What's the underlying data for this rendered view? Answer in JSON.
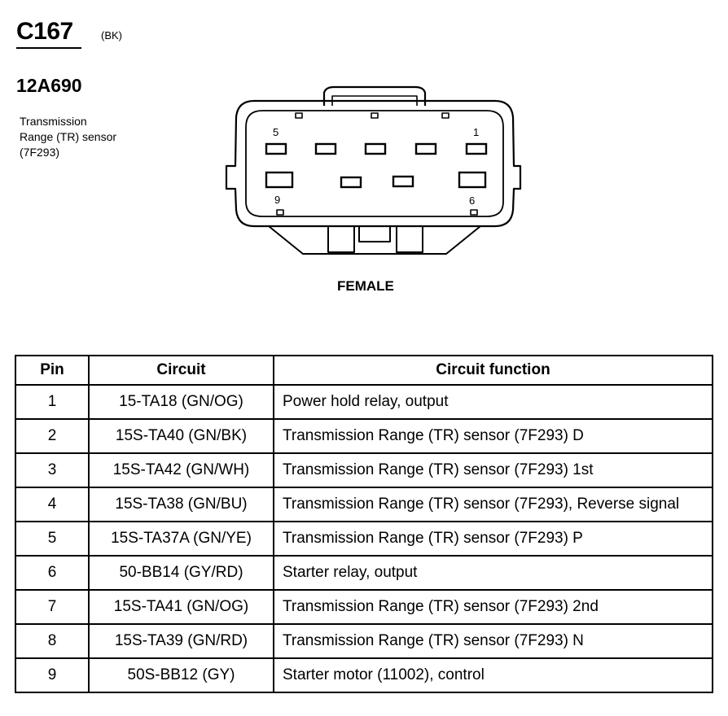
{
  "header": {
    "connector_id": "C167",
    "connector_color": "(BK)",
    "part_number": "12A690",
    "component_lines": [
      "Transmission",
      "Range (TR) sensor",
      "(7F293)"
    ]
  },
  "diagram": {
    "pin_labels": {
      "p5": "5",
      "p1": "1",
      "p9": "9",
      "p6": "6"
    },
    "gender": "FEMALE"
  },
  "table": {
    "headers": {
      "pin": "Pin",
      "circuit": "Circuit",
      "function": "Circuit function"
    },
    "rows": [
      {
        "pin": "1",
        "circuit": "15-TA18 (GN/OG)",
        "function": "Power hold relay, output"
      },
      {
        "pin": "2",
        "circuit": "15S-TA40 (GN/BK)",
        "function": "Transmission Range (TR) sensor (7F293) D"
      },
      {
        "pin": "3",
        "circuit": "15S-TA42 (GN/WH)",
        "function": "Transmission Range (TR) sensor (7F293) 1st"
      },
      {
        "pin": "4",
        "circuit": "15S-TA38 (GN/BU)",
        "function": "Transmission Range (TR) sensor (7F293), Reverse signal"
      },
      {
        "pin": "5",
        "circuit": "15S-TA37A (GN/YE)",
        "function": "Transmission Range (TR) sensor (7F293) P"
      },
      {
        "pin": "6",
        "circuit": "50-BB14 (GY/RD)",
        "function": "Starter relay, output"
      },
      {
        "pin": "7",
        "circuit": "15S-TA41 (GN/OG)",
        "function": "Transmission Range (TR) sensor (7F293) 2nd"
      },
      {
        "pin": "8",
        "circuit": "15S-TA39 (GN/RD)",
        "function": "Transmission Range (TR) sensor (7F293) N"
      },
      {
        "pin": "9",
        "circuit": "50S-BB12 (GY)",
        "function": "Starter motor (11002), control"
      }
    ]
  }
}
